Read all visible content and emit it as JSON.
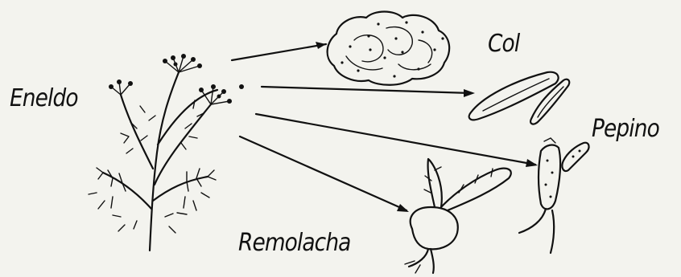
{
  "labels": {
    "source": "Eneldo",
    "cabbage": "Col",
    "cucumber": "Pepino",
    "beet": "Remolacha"
  },
  "colors": {
    "ink": "#111111",
    "paper": "#f3f3ee"
  }
}
